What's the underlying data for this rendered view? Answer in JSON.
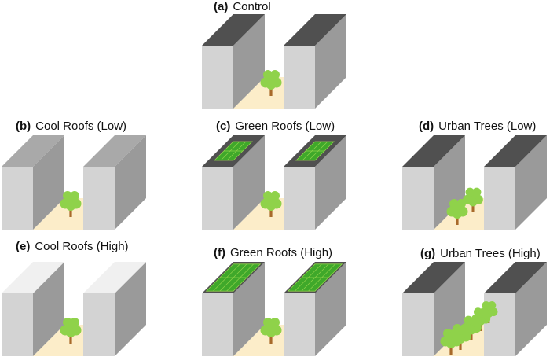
{
  "colors": {
    "building_front": "#d3d3d3",
    "building_side": "#9a9a9a",
    "dark_roof": "#505050",
    "cool_roof_low": "#a9a9a9",
    "cool_roof_high": "#f0f0f0",
    "green_roof": "#3fa82a",
    "green_roof_light": "#8fd24a",
    "ground": "#fcedc9",
    "tree_canopy": "#8fd24a",
    "tree_trunk": "#a86a2a"
  },
  "panels": [
    {
      "letter": "(a)",
      "title": "Control",
      "roof": "dark",
      "green_level": "none",
      "trees": "one"
    },
    {
      "letter": "(b)",
      "title": "Cool Roofs (Low)",
      "roof": "cool-low",
      "green_level": "none",
      "trees": "one"
    },
    {
      "letter": "(c)",
      "title": "Green Roofs (Low)",
      "roof": "dark",
      "green_level": "low",
      "trees": "one"
    },
    {
      "letter": "(d)",
      "title": "Urban Trees (Low)",
      "roof": "dark",
      "green_level": "none",
      "trees": "low"
    },
    {
      "letter": "(e)",
      "title": "Cool Roofs (High)",
      "roof": "cool-high",
      "green_level": "none",
      "trees": "one"
    },
    {
      "letter": "(f)",
      "title": "Green Roofs (High)",
      "roof": "dark",
      "green_level": "high",
      "trees": "one"
    },
    {
      "letter": "(g)",
      "title": "Urban Trees (High)",
      "roof": "dark",
      "green_level": "none",
      "trees": "high"
    }
  ]
}
